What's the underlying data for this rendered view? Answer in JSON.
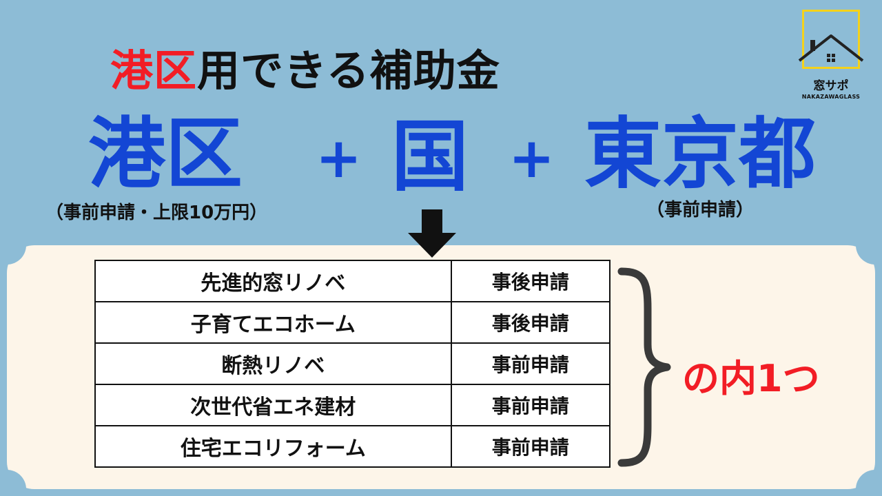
{
  "title": {
    "highlight": "港区",
    "rest": "用できる補助金"
  },
  "programs": {
    "minato": "港区",
    "plus1": "+",
    "kuni": "国",
    "plus2": "+",
    "tokyo": "東京都"
  },
  "notes": {
    "minato": "（事前申請・上限10万円）",
    "tokyo": "（事前申請）"
  },
  "logo": {
    "name": "窓サポ",
    "sub": "NAKAZAWAGLASS"
  },
  "table": {
    "rows": [
      {
        "name": "先進的窓リノベ",
        "timing": "事後申請"
      },
      {
        "name": "子育てエコホーム",
        "timing": "事後申請"
      },
      {
        "name": "断熱リノベ",
        "timing": "事前申請"
      },
      {
        "name": "次世代省エネ建材",
        "timing": "事前申請"
      },
      {
        "name": "住宅エコリフォーム",
        "timing": "事前申請"
      }
    ]
  },
  "result": "の内1つ",
  "colors": {
    "background": "#8dbcd6",
    "panel": "#fdf5e9",
    "blue": "#1346d4",
    "red": "#f21d25",
    "logo_frame": "#f5d21a"
  }
}
